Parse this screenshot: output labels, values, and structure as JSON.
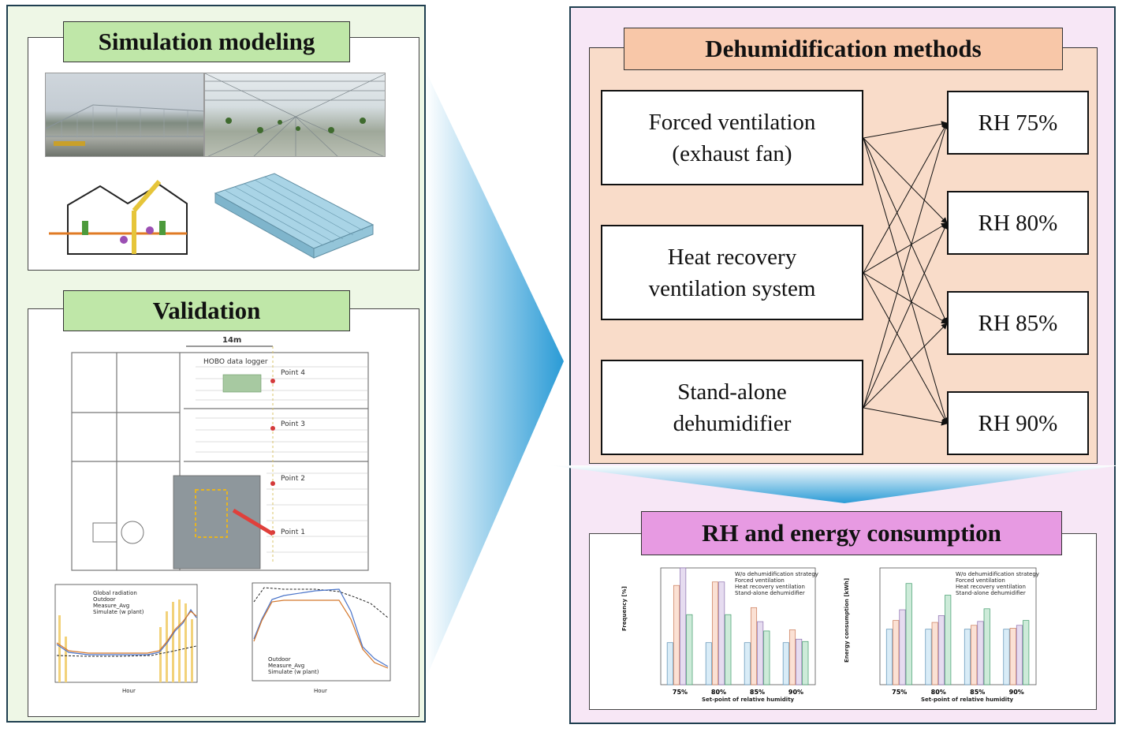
{
  "left_panel": {
    "modeling": {
      "title": "Simulation modeling"
    },
    "validation": {
      "title": "Validation",
      "scale_label": "14m",
      "logger_label": "HOBO data logger",
      "points": [
        "Point 4",
        "Point 3",
        "Point 2",
        "Point 1"
      ],
      "chart1_legend": [
        "Global radiation",
        "Outdoor",
        "Measure_Avg",
        "Simulate (w plant)"
      ],
      "chart2_legend": [
        "Outdoor",
        "Measure_Avg",
        "Simulate (w plant)"
      ],
      "chart_xlabel": "Hour"
    }
  },
  "right_panel": {
    "methods_title": "Dehumidification methods",
    "methods": [
      {
        "line1": "Forced ventilation",
        "line2": "(exhaust fan)"
      },
      {
        "line1": "Heat recovery",
        "line2": "ventilation system"
      },
      {
        "line1": "Stand-alone",
        "line2": "dehumidifier"
      }
    ],
    "setpoints": [
      "RH 75%",
      "RH 80%",
      "RH 85%",
      "RH 90%"
    ],
    "results_title": "RH and energy consumption",
    "chart_ylabel_1": "Frequency [%]",
    "chart_ylabel_2": "Energy consumption [kWh]",
    "chart_xlabel": "Set-point of relative humidity",
    "legend_1": [
      "W/o dehumidification strategy",
      "Forced ventilation",
      "Heat recovery ventilation",
      "Stand-alone dehumidifier"
    ],
    "legend_2": [
      "W/o dehumidification strategy",
      "Forced ventilation",
      "Heat recovery ventilation",
      "Stand-alone dehumidifier"
    ]
  },
  "colors": {
    "left_bg": "#eef7e6",
    "right_bg": "#f7e7f6",
    "green_header": "#bfe7a8",
    "salmon_header": "#f8c7a8",
    "methods_bg": "#f9dcc9",
    "pink_header": "#e79ae2",
    "arrow_blue": "#2a9bd6"
  },
  "chart_data": [
    {
      "type": "bar",
      "categories": [
        "75%",
        "80%",
        "85%",
        "90%"
      ],
      "ylim": [
        0,
        100
      ],
      "series": [
        {
          "name": "W/o dehumidification strategy",
          "values": [
            36,
            36,
            36,
            36
          ]
        },
        {
          "name": "Forced ventilation",
          "values": [
            85,
            88,
            66,
            47
          ]
        },
        {
          "name": "Heat recovery ventilation",
          "values": [
            100,
            88,
            54,
            39
          ]
        },
        {
          "name": "Stand-alone dehumidifier",
          "values": [
            60,
            60,
            46,
            37
          ]
        }
      ]
    },
    {
      "type": "bar",
      "categories": [
        "75%",
        "80%",
        "85%",
        "90%"
      ],
      "ylim": [
        0,
        120000
      ],
      "series": [
        {
          "name": "W/o dehumidification strategy",
          "values": [
            57000,
            57000,
            57000,
            57000
          ]
        },
        {
          "name": "Forced ventilation",
          "values": [
            66000,
            64000,
            61000,
            58000
          ]
        },
        {
          "name": "Heat recovery ventilation",
          "values": [
            77000,
            71000,
            65000,
            61000
          ]
        },
        {
          "name": "Stand-alone dehumidifier",
          "values": [
            104000,
            92000,
            78000,
            66000
          ]
        }
      ]
    }
  ]
}
